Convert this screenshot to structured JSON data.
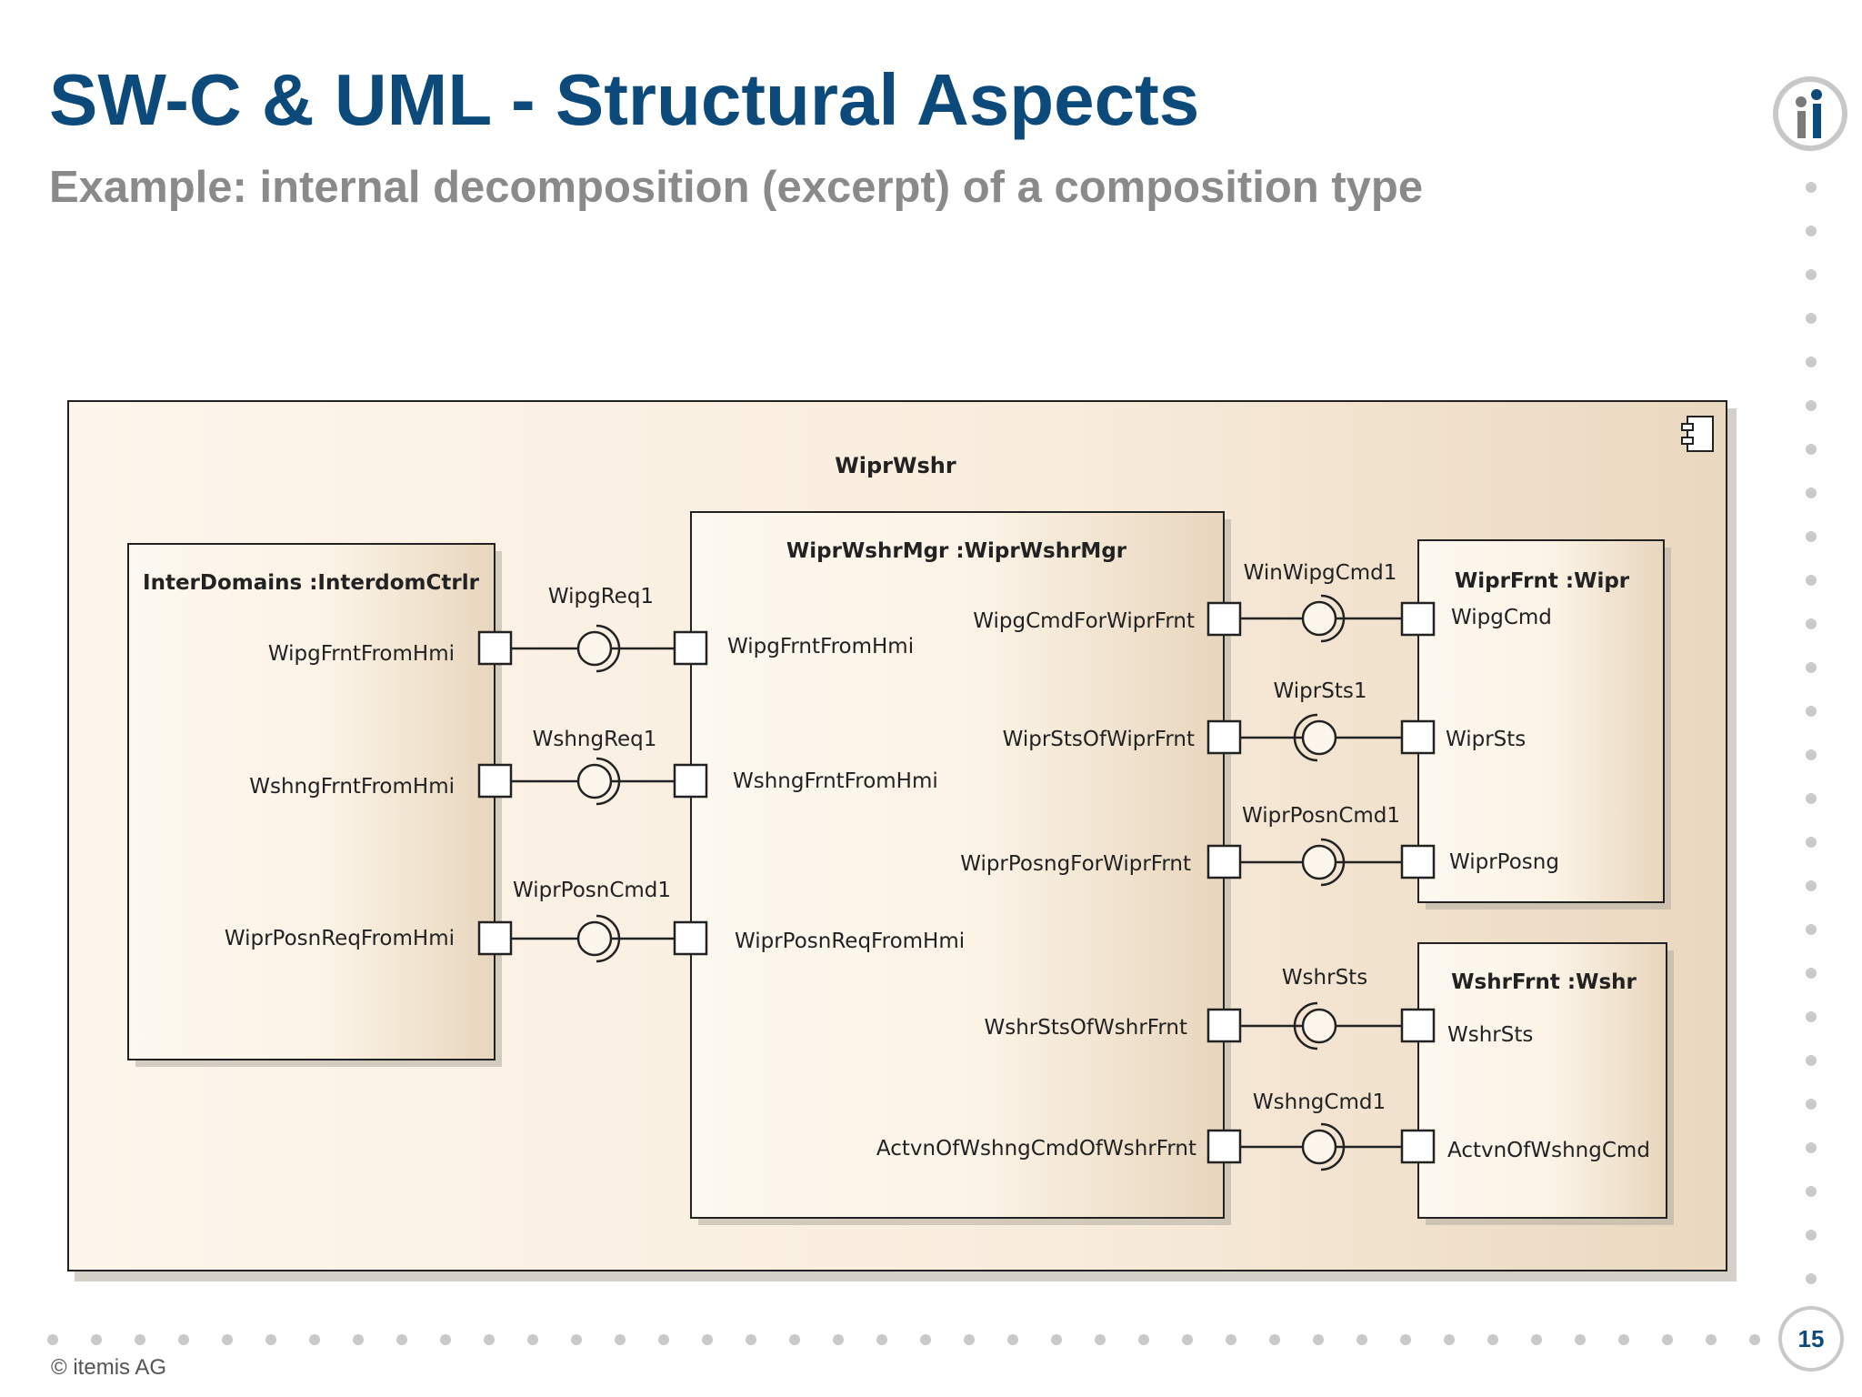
{
  "slide": {
    "title": "SW-C & UML - Structural Aspects",
    "subtitle": "Example: internal decomposition (excerpt) of a composition type",
    "copyright": "© itemis AG",
    "page_number": "15",
    "logo_icon": "itemis-logo-icon",
    "accent_color": "#0b4a7a",
    "subtitle_color": "#8a8a8a"
  },
  "diagram": {
    "composition_name": "WiprWshr",
    "component_icon": "uml-component-icon",
    "parts": {
      "interdomains": {
        "title": "InterDomains :InterdomCtrlr",
        "ports": [
          "WipgFrntFromHmi",
          "WshngFrntFromHmi",
          "WiprPosnReqFromHmi"
        ]
      },
      "mgr": {
        "title": "WiprWshrMgr :WiprWshrMgr",
        "left_ports": [
          "WipgFrntFromHmi",
          "WshngFrntFromHmi",
          "WiprPosnReqFromHmi"
        ],
        "right_ports": [
          "WipgCmdForWiprFrnt",
          "WiprStsOfWiprFrnt",
          "WiprPosngForWiprFrnt",
          "WshrStsOfWshrFrnt",
          "ActvnOfWshngCmdOfWshrFrnt"
        ]
      },
      "wiprfrnt": {
        "title": "WiprFrnt :Wipr",
        "ports": [
          "WipgCmd",
          "WiprSts",
          "WiprPosng"
        ]
      },
      "wshrfrnt": {
        "title": "WshrFrnt :Wshr",
        "ports": [
          "WshrSts",
          "ActvnOfWshngCmd"
        ]
      }
    },
    "connectors_left": [
      "WipgReq1",
      "WshngReq1",
      "WiprPosnCmd1"
    ],
    "connectors_right": [
      "WinWipgCmd1",
      "WiprSts1",
      "WiprPosnCmd1",
      "WshrSts",
      "WshngCmd1"
    ]
  }
}
